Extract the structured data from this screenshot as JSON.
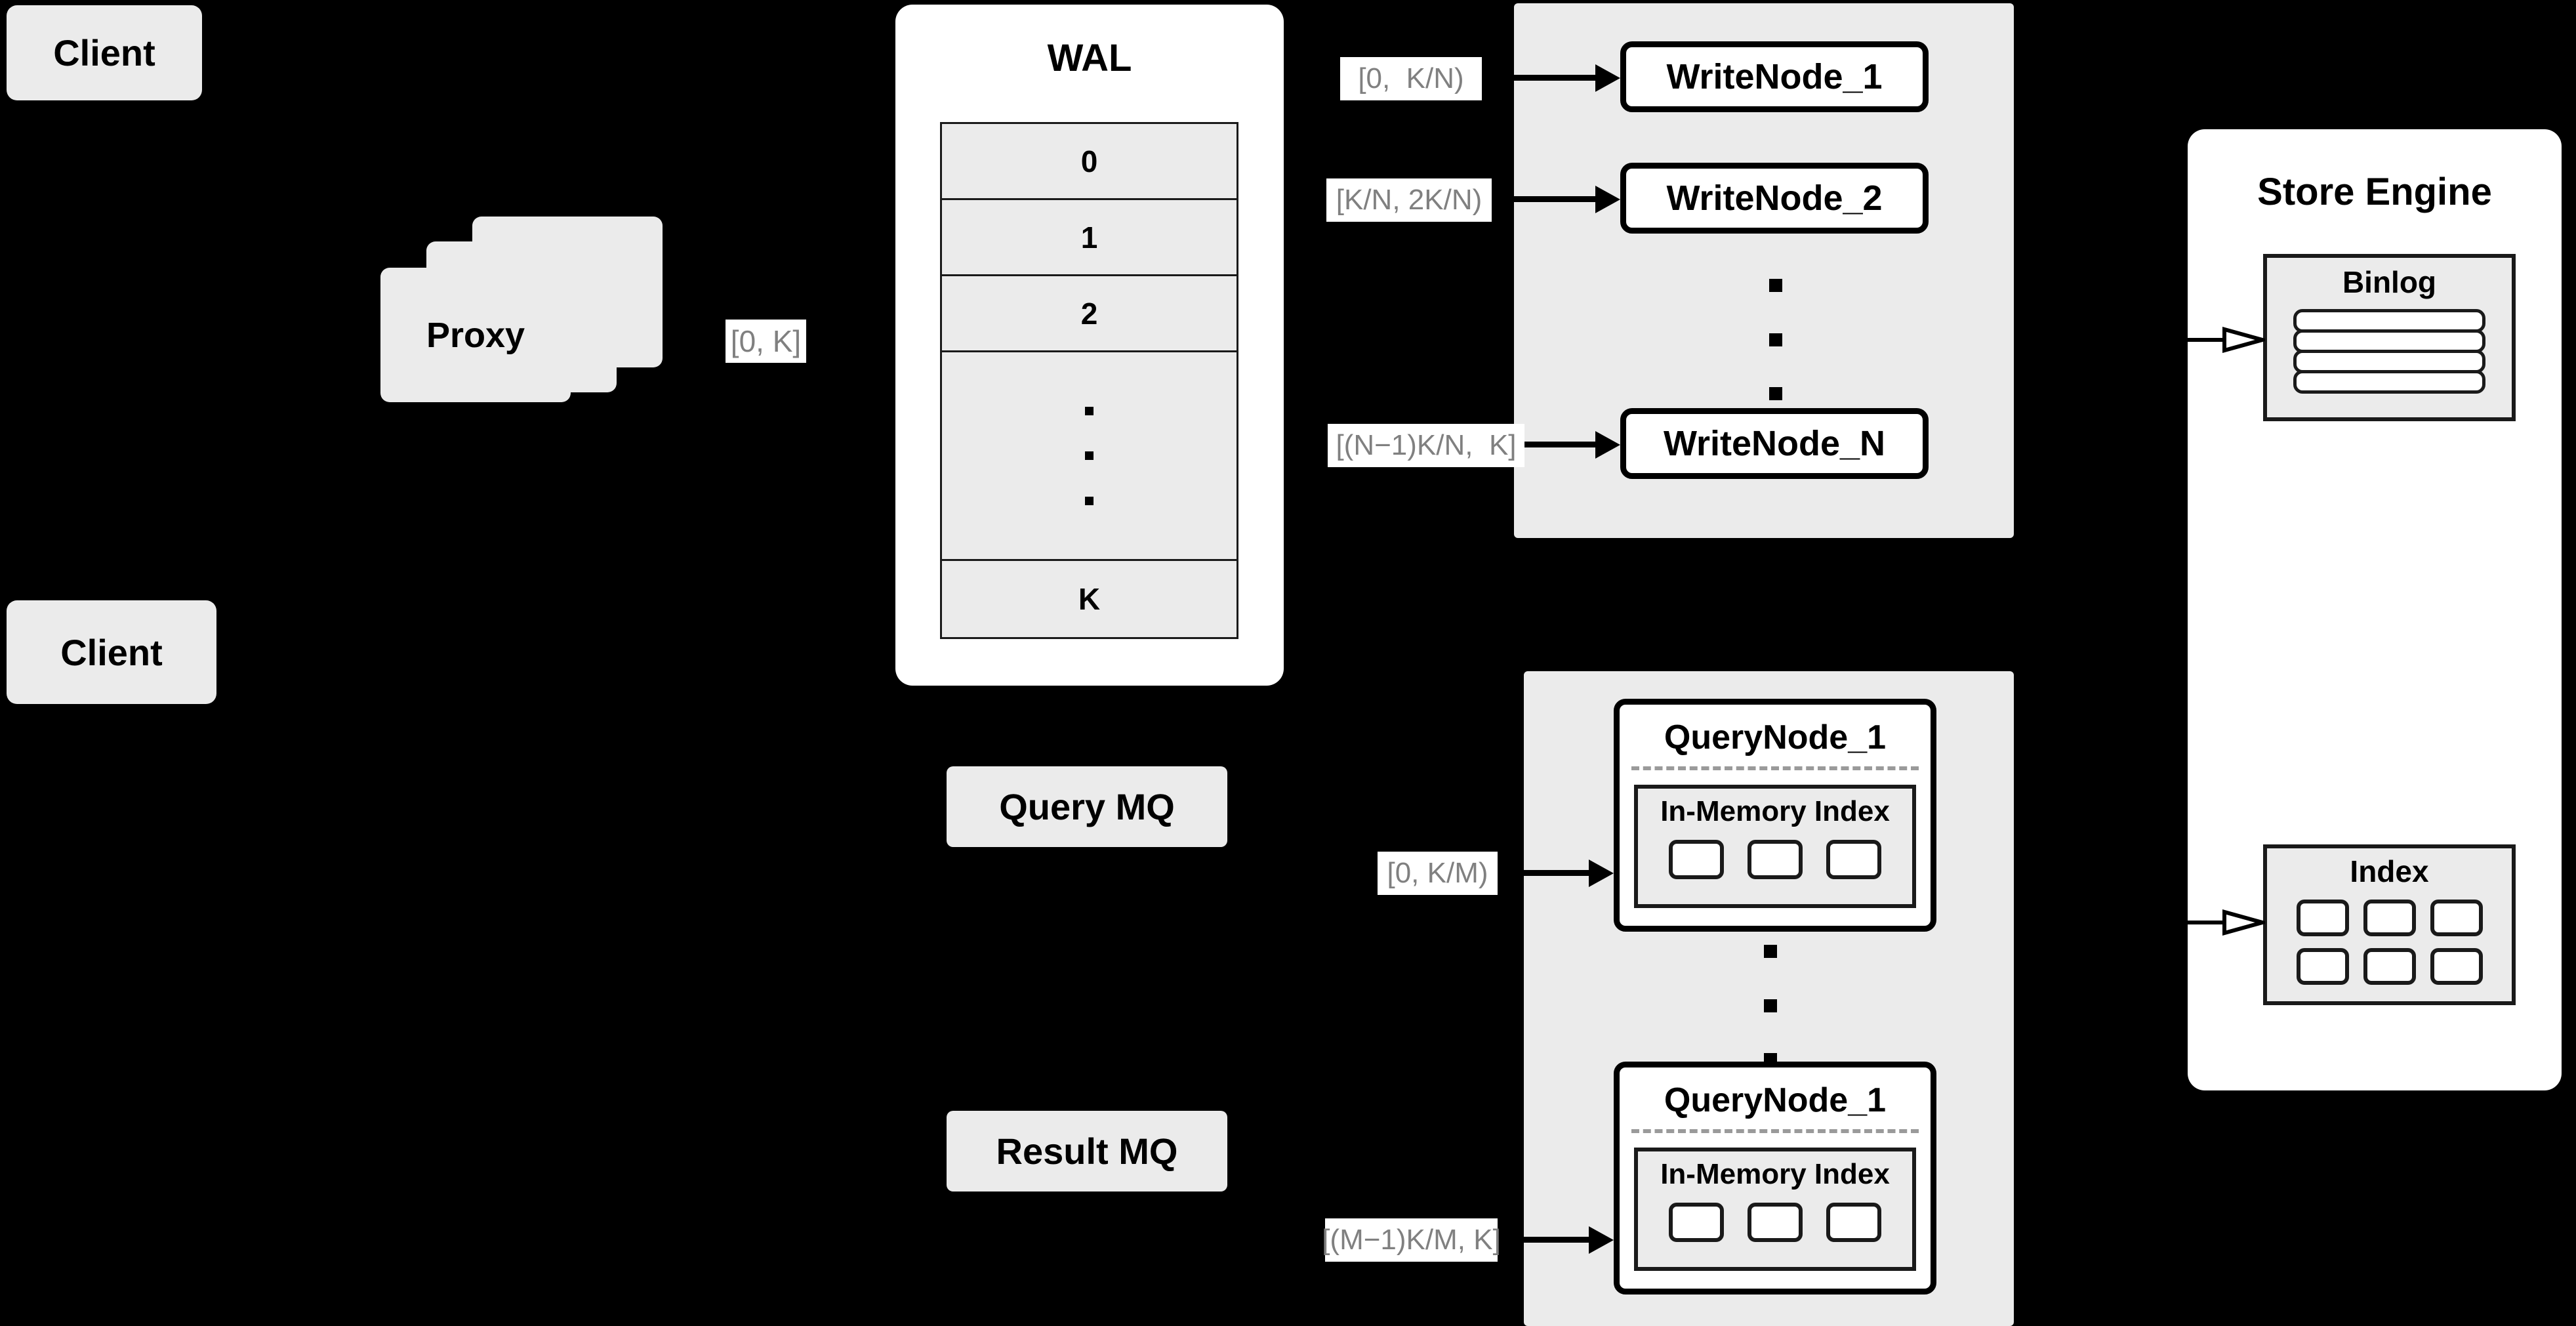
{
  "diagram": {
    "title": "Distributed write/query architecture",
    "background_color": "#000000",
    "box_fill": "#ebebeb",
    "panel_fill": "#ffffff",
    "label_text_color": "#808080"
  },
  "clients": [
    {
      "label": "Client"
    },
    {
      "label": "Client"
    }
  ],
  "proxy": {
    "label": "Proxy",
    "stack_count": 3,
    "output_range_label": "[0, K]"
  },
  "wal": {
    "title": "WAL",
    "cells": [
      "0",
      "1",
      "2",
      "⋮",
      "K"
    ],
    "ellipsis_cell_index": 3
  },
  "write_cluster": {
    "nodes": [
      {
        "label": "WriteNode_1",
        "range_label": "[0,  K/N)"
      },
      {
        "label": "WriteNode_2",
        "range_label": "[K/N, 2K/N)"
      },
      {
        "label": "WriteNode_N",
        "range_label": "[(N−1)K/N,  K]"
      }
    ],
    "ellipsis_between": true
  },
  "query_cluster": {
    "nodes": [
      {
        "label": "QueryNode_1",
        "range_label": "[0, K/M)",
        "index": {
          "title": "In-Memory Index",
          "chip_count": 3
        }
      },
      {
        "label": "QueryNode_1",
        "range_label": "[(M−1)K/M, K]",
        "index": {
          "title": "In-Memory Index",
          "chip_count": 3
        }
      }
    ],
    "ellipsis_between": true
  },
  "message_queues": [
    {
      "label": "Query MQ"
    },
    {
      "label": "Result MQ"
    }
  ],
  "store_engine": {
    "title": "Store Engine",
    "binlog": {
      "title": "Binlog",
      "bar_count": 4
    },
    "index": {
      "title": "Index",
      "chip_rows": 2,
      "chip_cols": 3
    }
  }
}
